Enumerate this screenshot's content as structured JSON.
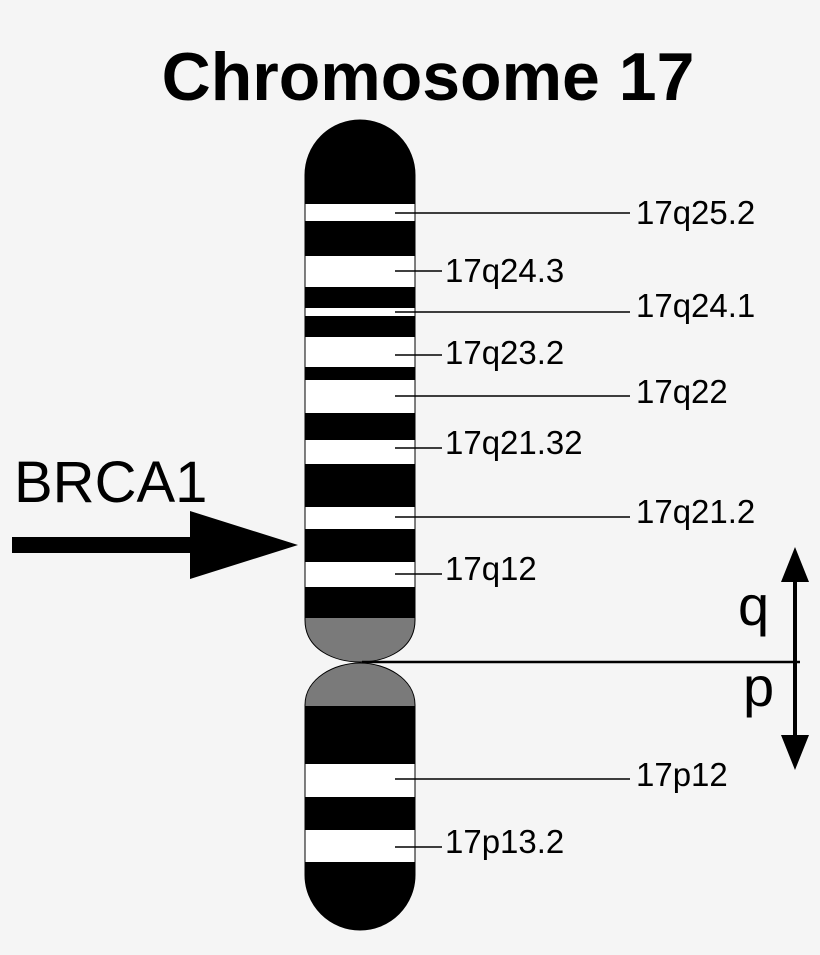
{
  "title": "Chromosome 17",
  "gene": "BRCA1",
  "arms": {
    "q": "q",
    "p": "p"
  },
  "band_labels": [
    "17q25.2",
    "17q24.3",
    "17q24.1",
    "17q23.2",
    "17q22",
    "17q21.32",
    "17q21.2",
    "17q12",
    "17p12",
    "17p13.2"
  ],
  "colors": {
    "band_dark": "#000000",
    "band_light": "#ffffff",
    "centromere": "#7a7a7a",
    "background": "#f5f5f5"
  }
}
